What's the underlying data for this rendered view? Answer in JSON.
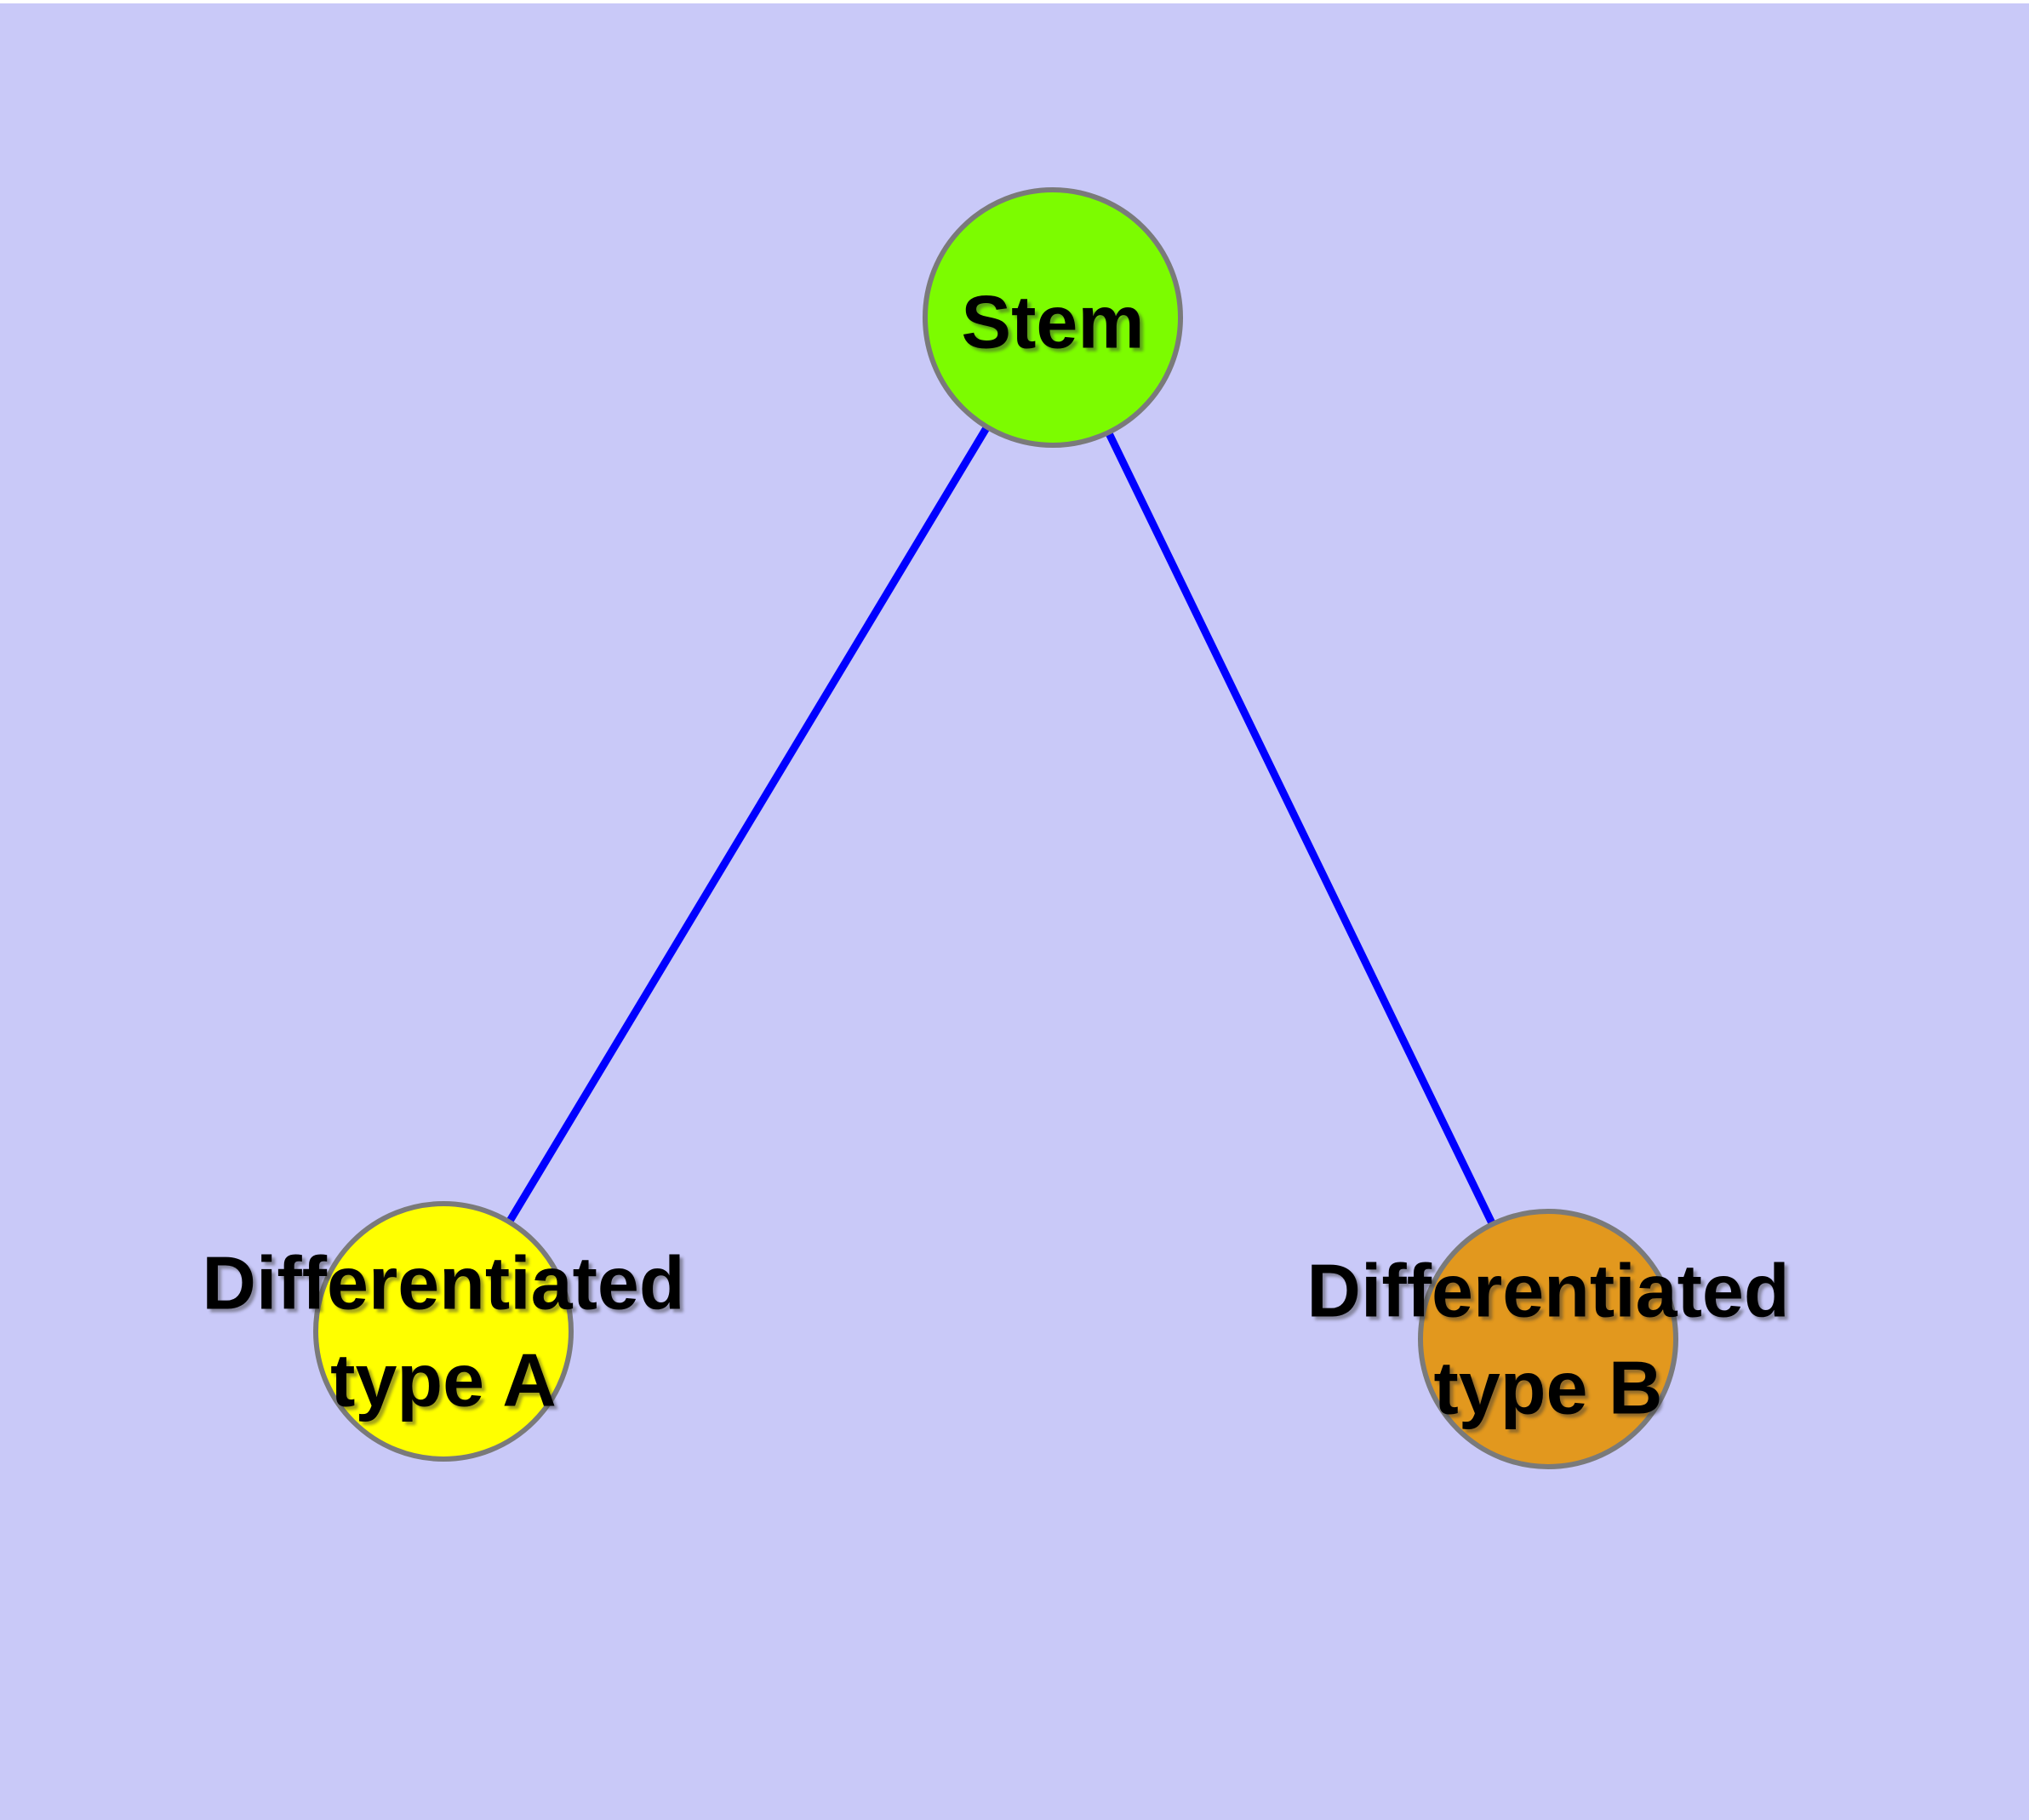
{
  "diagram": {
    "description": "Cell differentiation graph: a Stem node linked to two differentiated cell type nodes",
    "background_color": "#C9C9F8",
    "edge_color": "#0000FF",
    "node_border_color": "#7A7A7A",
    "label_color": "#000000",
    "nodes": [
      {
        "id": "stem",
        "label": "Stem",
        "lines": [
          "Stem"
        ],
        "fill": "#7CFC00"
      },
      {
        "id": "differentiated-type-a",
        "label": "Differentiated type A",
        "lines": [
          "Differentiated",
          "type A"
        ],
        "fill": "#FFFF00"
      },
      {
        "id": "differentiated-type-b",
        "label": "Differentiated type B",
        "lines": [
          "Differentiated",
          "type B"
        ],
        "fill": "#E2981E"
      }
    ],
    "edges": [
      {
        "from": "Stem",
        "to": "Differentiated type A"
      },
      {
        "from": "Stem",
        "to": "Differentiated type B"
      }
    ]
  }
}
